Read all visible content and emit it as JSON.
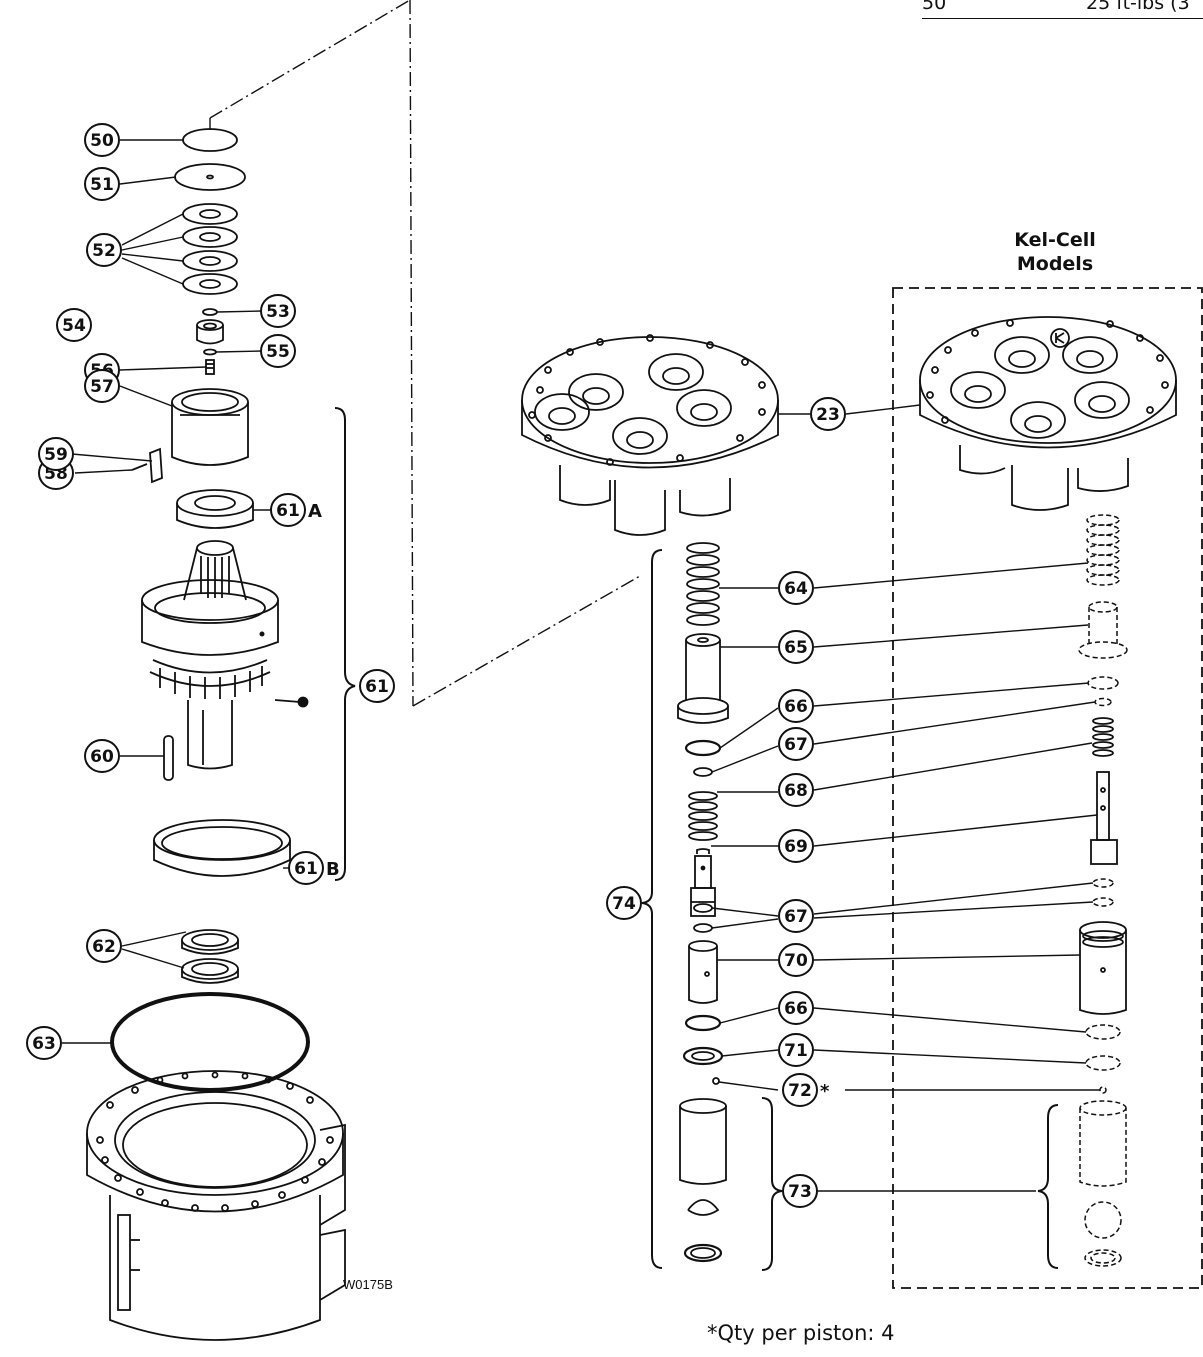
{
  "torque_table": {
    "row_id": "50",
    "row_value": "25 ft-lbs (3"
  },
  "heading": {
    "line1": "Kel-Cell",
    "line2": "Models"
  },
  "figure_code": "W0175B",
  "footnote": "*Qty per piston: 4",
  "callouts": [
    {
      "id": "c50",
      "num": "50"
    },
    {
      "id": "c51",
      "num": "51"
    },
    {
      "id": "c52",
      "num": "52"
    },
    {
      "id": "c53",
      "num": "53"
    },
    {
      "id": "c54",
      "num": "54"
    },
    {
      "id": "c55",
      "num": "55"
    },
    {
      "id": "c56",
      "num": "56"
    },
    {
      "id": "c57",
      "num": "57"
    },
    {
      "id": "c58",
      "num": "58"
    },
    {
      "id": "c59",
      "num": "59"
    },
    {
      "id": "c60",
      "num": "60"
    },
    {
      "id": "c61a",
      "num": "61",
      "suffix": "A"
    },
    {
      "id": "c61",
      "num": "61"
    },
    {
      "id": "c61b",
      "num": "61",
      "suffix": "B"
    },
    {
      "id": "c62",
      "num": "62"
    },
    {
      "id": "c63",
      "num": "63"
    },
    {
      "id": "c23",
      "num": "23"
    },
    {
      "id": "c64",
      "num": "64"
    },
    {
      "id": "c65",
      "num": "65"
    },
    {
      "id": "c66a",
      "num": "66"
    },
    {
      "id": "c67a",
      "num": "67"
    },
    {
      "id": "c68",
      "num": "68"
    },
    {
      "id": "c69",
      "num": "69"
    },
    {
      "id": "c74",
      "num": "74"
    },
    {
      "id": "c67b",
      "num": "67"
    },
    {
      "id": "c70",
      "num": "70"
    },
    {
      "id": "c66b",
      "num": "66"
    },
    {
      "id": "c71",
      "num": "71"
    },
    {
      "id": "c72",
      "num": "72",
      "suffix": "*"
    },
    {
      "id": "c73",
      "num": "73"
    }
  ]
}
